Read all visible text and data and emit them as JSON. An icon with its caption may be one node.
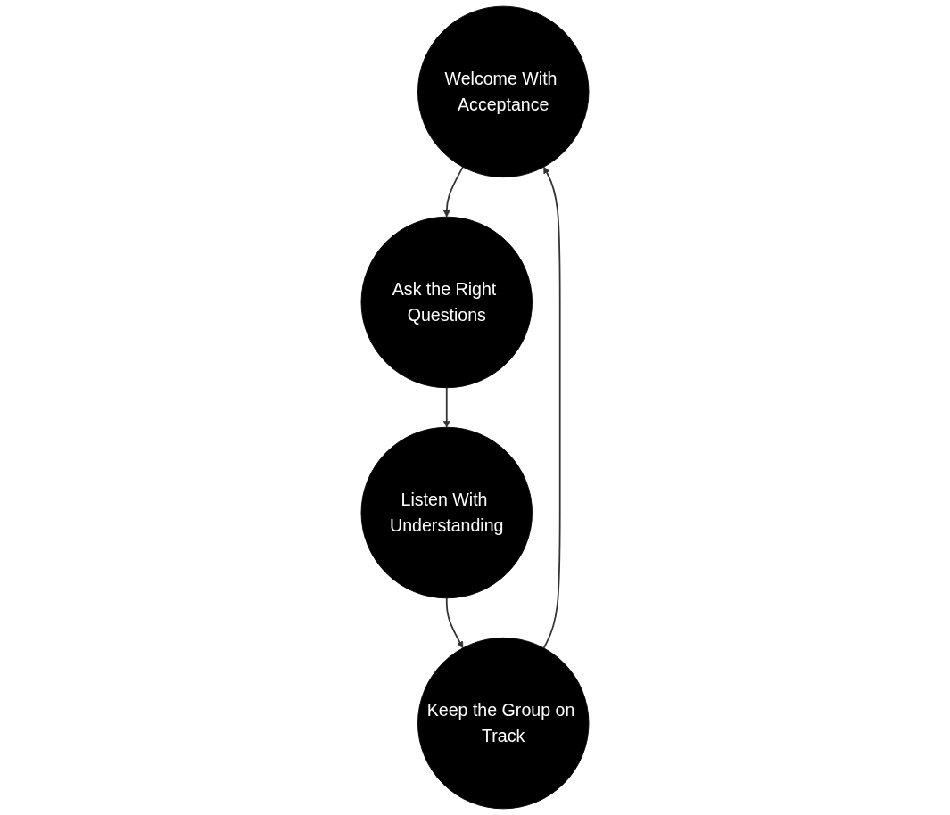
{
  "diagram": {
    "nodes": [
      {
        "text": [
          "Welcome With Acceptance"
        ]
      },
      {
        "text": [
          "Ask the Right Questions"
        ]
      },
      {
        "text": [
          "Listen With Understanding"
        ]
      },
      {
        "text": [
          "Keep the Group on Track"
        ]
      }
    ],
    "edges": [
      {
        "from": 0,
        "to": 1,
        "arrow": "to"
      },
      {
        "from": 1,
        "to": 2,
        "arrow": "to"
      },
      {
        "from": 2,
        "to": 3,
        "arrow": "to"
      },
      {
        "from": 3,
        "to": 0,
        "arrow": "to"
      }
    ]
  }
}
